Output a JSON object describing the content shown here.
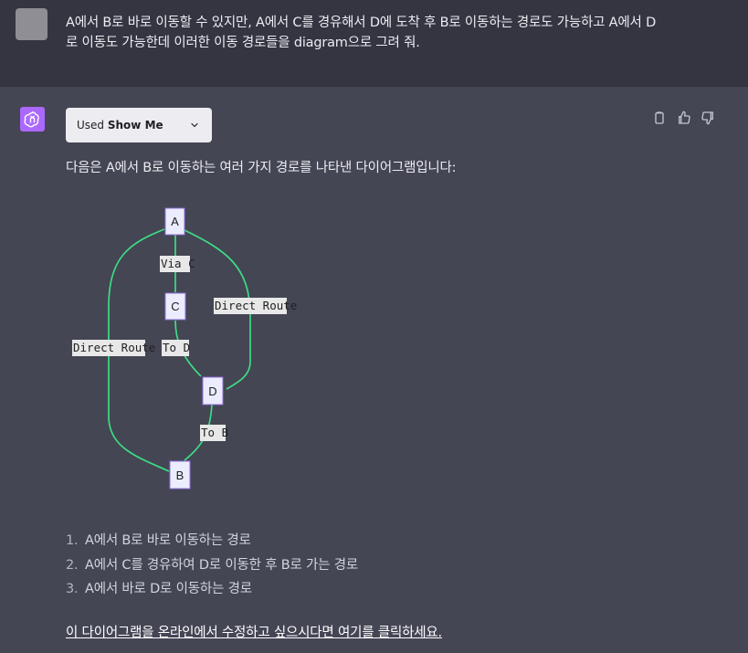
{
  "user_message": {
    "line1": "A에서 B로 바로 이동할 수 있지만, A에서 C를 경유해서 D에 도착 후 B로 이동하는 경로도 가능하고 A에서 D",
    "line2": "로  이동도 가능한데 이러한 이동 경로들을 diagram으로 그려 줘."
  },
  "assistant": {
    "plugin_used_label": "Used",
    "plugin_name": "Show Me",
    "intro": "다음은 A에서 B로 이동하는 여러 가지 경로를 나타낸 다이어그램입니다:",
    "steps": [
      {
        "num": "1.",
        "text": "A에서 B로 바로 이동하는 경로"
      },
      {
        "num": "2.",
        "text": "A에서 C를 경유하여 D로 이동한 후 B로 가는 경로"
      },
      {
        "num": "3.",
        "text": "A에서 바로 D로 이동하는 경로"
      }
    ],
    "edit_link": "이 다이어그램을 온라인에서 수정하고 싶으시다면 여기를 클릭하세요."
  },
  "diagram": {
    "nodes": {
      "a": "A",
      "b": "B",
      "c": "C",
      "d": "D"
    },
    "edges": {
      "a_c": "Via C",
      "c_d": "To D",
      "d_b": "To B",
      "a_d": "Direct Route",
      "a_b": "Direct Route"
    },
    "edge_color": "#3ddc84",
    "node_fill": "#ececff",
    "node_stroke": "#9370db"
  },
  "icons": {
    "avatar": "user-avatar",
    "assistant": "openai-logo-icon",
    "chevron": "chevron-down-icon",
    "copy": "clipboard-icon",
    "like": "thumbs-up-icon",
    "dislike": "thumbs-down-icon"
  },
  "colors": {
    "user_bg": "#343541",
    "assistant_bg": "#444654",
    "assistant_avatar": "#ab68ff"
  }
}
